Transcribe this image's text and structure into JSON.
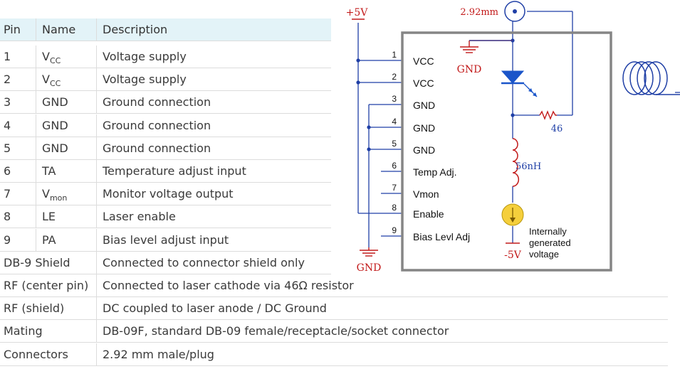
{
  "pin_table": {
    "headers": {
      "pin": "Pin",
      "name": "Name",
      "description": "Description"
    },
    "pin_rows": [
      {
        "pin": "1",
        "name_main": "V",
        "name_sub": "CC",
        "description": "Voltage supply"
      },
      {
        "pin": "2",
        "name_main": "V",
        "name_sub": "CC",
        "description": "Voltage supply"
      },
      {
        "pin": "3",
        "name_main": "GND",
        "name_sub": "",
        "description": "Ground connection"
      },
      {
        "pin": "4",
        "name_main": "GND",
        "name_sub": "",
        "description": "Ground connection"
      },
      {
        "pin": "5",
        "name_main": "GND",
        "name_sub": "",
        "description": "Ground connection"
      },
      {
        "pin": "6",
        "name_main": "TA",
        "name_sub": "",
        "description": "Temperature adjust input"
      },
      {
        "pin": "7",
        "name_main": "V",
        "name_sub": "mon",
        "description": "Monitor voltage output"
      },
      {
        "pin": "8",
        "name_main": "LE",
        "name_sub": "",
        "description": "Laser enable"
      },
      {
        "pin": "9",
        "name_main": "PA",
        "name_sub": "",
        "description": "Bias level adjust input"
      }
    ],
    "extra_rows": [
      {
        "label": "DB-9 Shield",
        "description": "Connected to connector shield only"
      },
      {
        "label": "RF (center pin)",
        "description": "Connected to laser cathode via 46Ω resistor"
      },
      {
        "label": "RF (shield)",
        "description": "DC coupled to laser anode / DC Ground"
      },
      {
        "label": "Mating",
        "description": "DB-09F, standard DB-09 female/receptacle/socket connector"
      },
      {
        "label": "Connectors",
        "description": "2.92 mm male/plug"
      }
    ]
  },
  "schematic": {
    "supply_label": "+5V",
    "rf_connector_label": "2.92mm",
    "ground_label": "GND",
    "ground_label_inner": "GND",
    "neg_supply_label": "-5V",
    "resistor_label": "46",
    "inductor_label": "56nH",
    "internal_note": [
      "Internally",
      "generated",
      "voltage"
    ],
    "pins": [
      {
        "num": "1",
        "label": "VCC"
      },
      {
        "num": "2",
        "label": "VCC"
      },
      {
        "num": "3",
        "label": "GND"
      },
      {
        "num": "4",
        "label": "GND"
      },
      {
        "num": "5",
        "label": "GND"
      },
      {
        "num": "6",
        "label": "Temp Adj."
      },
      {
        "num": "7",
        "label": "Vmon"
      },
      {
        "num": "8",
        "label": "Enable"
      },
      {
        "num": "9",
        "label": "Bias Levl Adj"
      }
    ],
    "colors": {
      "wire_blue": "#1f3fa6",
      "symbol_red": "#c21a1a",
      "box_gray": "#858585",
      "laser_blue": "#1a55c9",
      "current_source_fill": "#f5cf3c"
    }
  }
}
